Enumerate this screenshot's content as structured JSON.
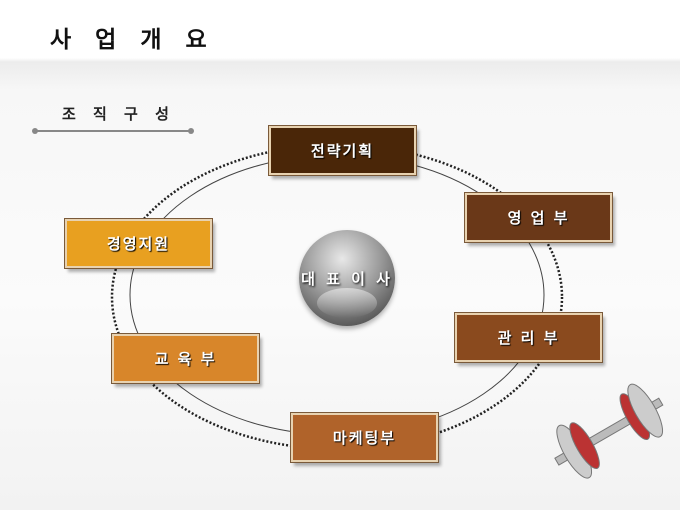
{
  "title": "사 업 개 요",
  "section": "조 직 구 성",
  "center": "대 표 이 사",
  "departments": [
    {
      "label": "전략기획",
      "color": "#4a2608"
    },
    {
      "label": "영 업 부",
      "color": "#6a3818"
    },
    {
      "label": "관 리 부",
      "color": "#8a4a1e"
    },
    {
      "label": "마케팅부",
      "color": "#b0632a"
    },
    {
      "label": "교 육 부",
      "color": "#d8862a"
    },
    {
      "label": "경영지원",
      "color": "#e8a020"
    }
  ]
}
